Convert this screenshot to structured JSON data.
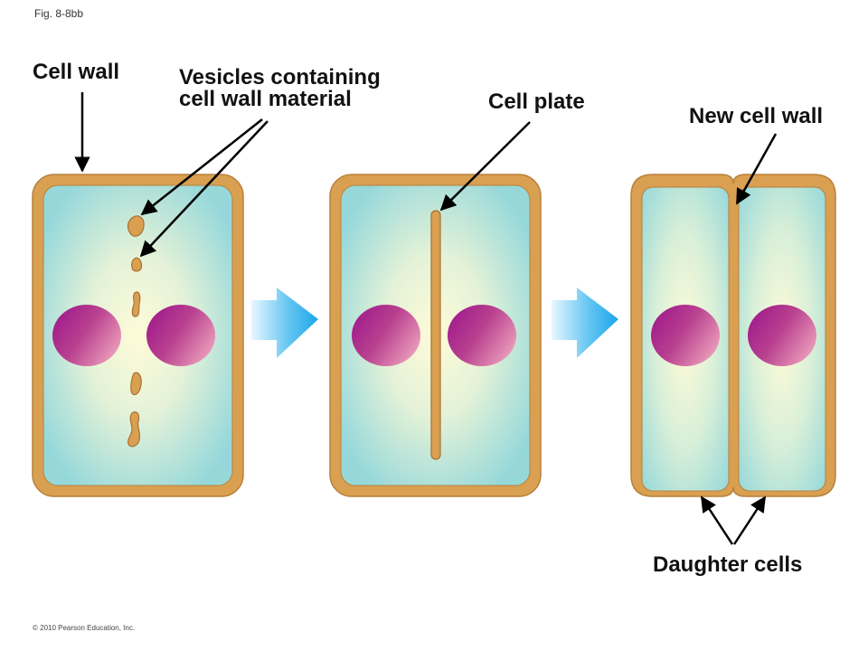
{
  "figure_label": "Fig. 8-8bb",
  "labels": {
    "cell_wall": "Cell wall",
    "vesicles_line1": "Vesicles containing",
    "vesicles_line2": "cell wall material",
    "cell_plate": "Cell plate",
    "new_cell_wall": "New cell wall",
    "daughter_cells": "Daughter cells"
  },
  "copyright": "© 2010 Pearson Education, Inc.",
  "colors": {
    "wall": "#D9A052",
    "wall_stroke": "#B8803A",
    "cytoplasm_edge": "#96D8DA",
    "cytoplasm_center": "#FFFBD8",
    "nucleus_dark": "#A01A8C",
    "nucleus_light": "#F0A6BE",
    "arrow_dark": "#1AA6E8",
    "arrow_light": "#E8F6FF",
    "annotation": "#000000"
  }
}
